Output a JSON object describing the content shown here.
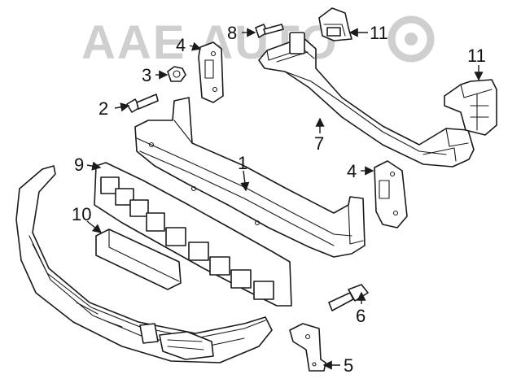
{
  "watermark": {
    "text": "AAE  AUTO"
  },
  "callouts": {
    "c1": "1",
    "c2": "2",
    "c3": "3",
    "c4a": "4",
    "c4b": "4",
    "c5": "5",
    "c6": "6",
    "c7": "7",
    "c8": "8",
    "c9": "9",
    "c10": "10",
    "c11a": "11",
    "c11b": "11"
  },
  "colors": {
    "line": "#1a1a1a",
    "watermark": "#cfcfcf",
    "background": "#ffffff"
  }
}
